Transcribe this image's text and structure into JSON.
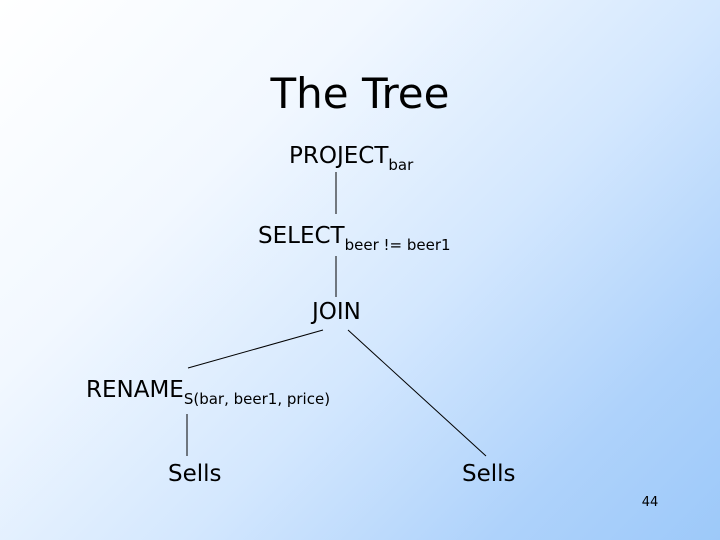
{
  "slide": {
    "title": "The Tree",
    "page_number": "44"
  },
  "tree": {
    "project": {
      "operator": "PROJECT",
      "subscript": "bar"
    },
    "select": {
      "operator": "SELECT",
      "subscript": "beer != beer1"
    },
    "join": {
      "operator": "JOIN"
    },
    "rename": {
      "operator": "RENAME",
      "subscript": "S(bar, beer1, price)"
    },
    "sells_left": {
      "label": "Sells"
    },
    "sells_right": {
      "label": "Sells"
    }
  }
}
